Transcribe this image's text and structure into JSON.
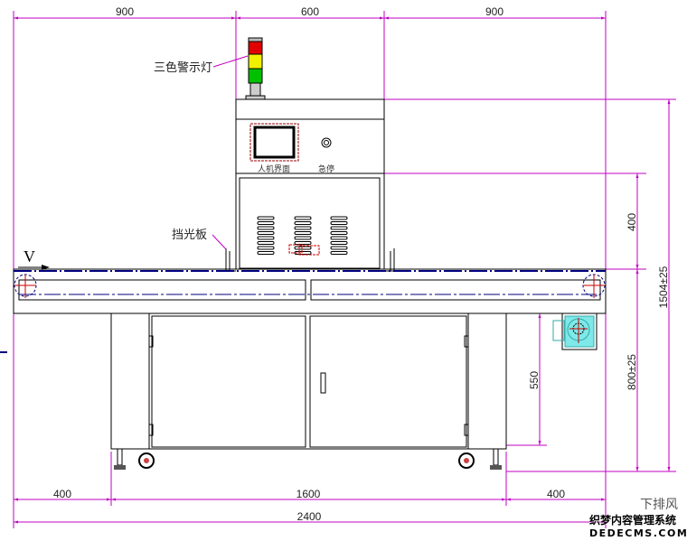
{
  "title": "Conveyor machine front elevation drawing",
  "labels": {
    "warning_light": "三色警示灯",
    "light_shield": "挡光板",
    "hmi": "人机界面",
    "estop": "急停",
    "direction": "V"
  },
  "dimensions": {
    "top": [
      "900",
      "600",
      "900"
    ],
    "bottom": [
      "400",
      "1600",
      "400"
    ],
    "total_width": "2400",
    "cabinet_height": "400",
    "total_height": "1504±25",
    "conveyor_height": "800±25",
    "leg_height": "550"
  },
  "watermark": {
    "partial": "下排风",
    "cn": "织梦内容管理系统",
    "en": "DEDECMS.COM"
  },
  "colors": {
    "dimension": "#c000c0",
    "belt": "#00007f",
    "motor": "#66e0e0"
  }
}
